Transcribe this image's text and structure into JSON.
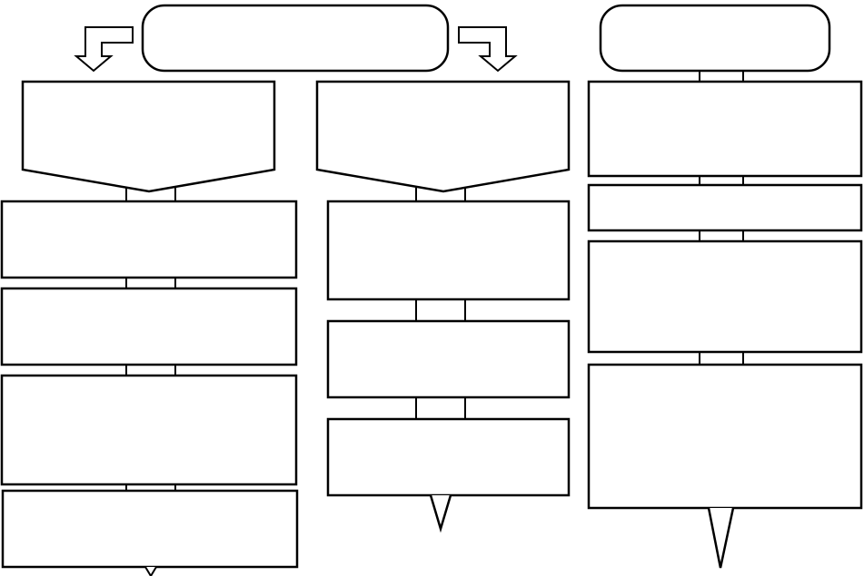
{
  "diagram": {
    "title": "",
    "colors": {
      "stroke": "#000000",
      "fill": "#ffffff",
      "background": "#ffffff"
    },
    "nodes": [
      {
        "id": "header-main",
        "shape": "rounded-rect",
        "text": ""
      },
      {
        "id": "header-right",
        "shape": "rounded-rect",
        "text": ""
      },
      {
        "id": "left-pentagon",
        "shape": "pentagon-down",
        "text": ""
      },
      {
        "id": "left-box-1",
        "shape": "rect",
        "text": ""
      },
      {
        "id": "left-box-2",
        "shape": "rect",
        "text": ""
      },
      {
        "id": "left-box-3",
        "shape": "rect",
        "text": ""
      },
      {
        "id": "left-box-4",
        "shape": "rect",
        "text": ""
      },
      {
        "id": "middle-pentagon",
        "shape": "pentagon-down",
        "text": ""
      },
      {
        "id": "middle-box-1",
        "shape": "rect",
        "text": ""
      },
      {
        "id": "middle-box-2",
        "shape": "rect",
        "text": ""
      },
      {
        "id": "middle-box-3",
        "shape": "rect",
        "text": ""
      },
      {
        "id": "right-box-1",
        "shape": "rect",
        "text": ""
      },
      {
        "id": "right-box-2",
        "shape": "rect",
        "text": ""
      },
      {
        "id": "right-box-3",
        "shape": "rect",
        "text": ""
      },
      {
        "id": "right-box-4",
        "shape": "rect",
        "text": ""
      }
    ],
    "arrows": [
      {
        "from": "header-main",
        "to": "left-pentagon",
        "style": "bent-block-arrow"
      },
      {
        "from": "header-main",
        "to": "middle-pentagon",
        "style": "bent-block-arrow"
      }
    ],
    "connectors": [
      {
        "from": "header-right",
        "to": "right-box-1"
      },
      {
        "from": "right-box-1",
        "to": "right-box-2"
      },
      {
        "from": "right-box-2",
        "to": "right-box-3"
      },
      {
        "from": "right-box-3",
        "to": "right-box-4"
      },
      {
        "from": "left-pentagon",
        "to": "left-box-1"
      },
      {
        "from": "left-box-1",
        "to": "left-box-2"
      },
      {
        "from": "left-box-2",
        "to": "left-box-3"
      },
      {
        "from": "left-box-3",
        "to": "left-box-4"
      },
      {
        "from": "middle-pentagon",
        "to": "middle-box-1"
      },
      {
        "from": "middle-box-1",
        "to": "middle-box-2"
      },
      {
        "from": "middle-box-2",
        "to": "middle-box-3"
      }
    ]
  }
}
